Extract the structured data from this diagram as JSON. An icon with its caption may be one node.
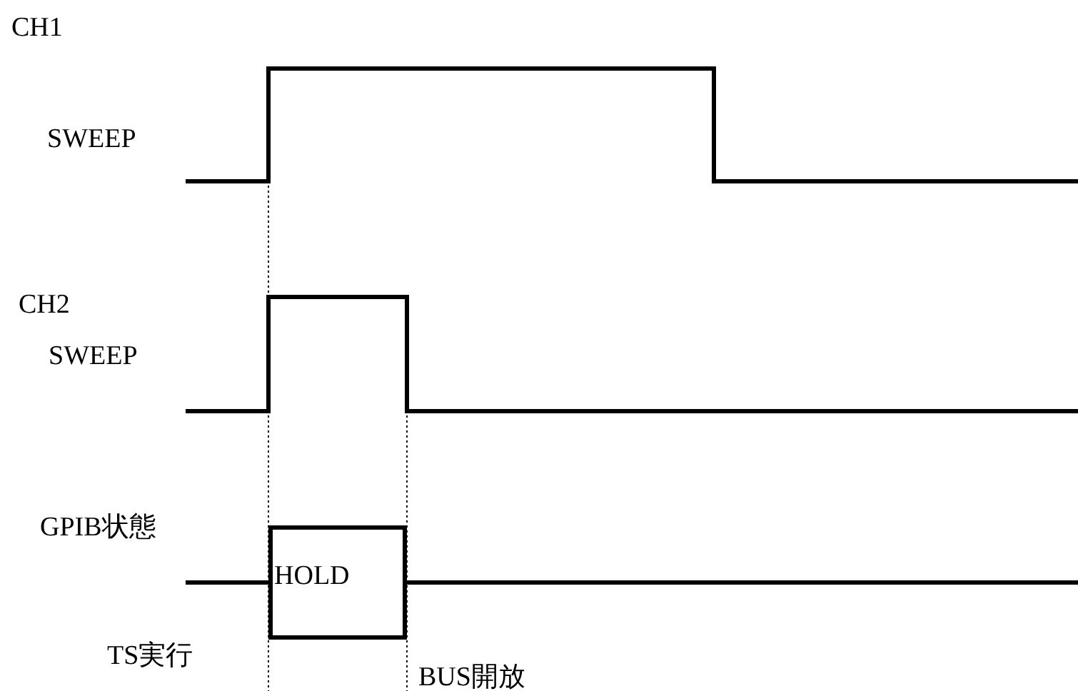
{
  "diagram": {
    "nodes": [
      {
        "text": [
          "HOLD"
        ]
      }
    ],
    "labels": [
      "CH1",
      "SWEEP",
      "CH2",
      "SWEEP",
      "GPIB状態",
      "TS実行",
      "BUS開放"
    ]
  }
}
